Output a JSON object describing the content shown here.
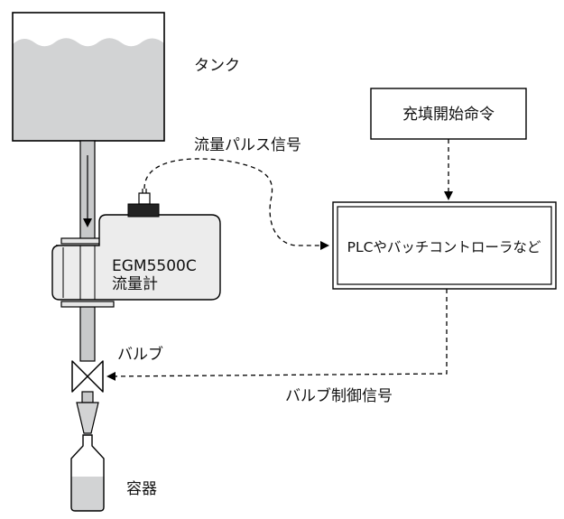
{
  "labels": {
    "tank": "タンク",
    "pulse_signal": "流量パルス信号",
    "fill_command": "充填開始命令",
    "controller": "PLCやバッチコントローラなど",
    "meter_model": "EGM5500C",
    "meter_name": "流量計",
    "valve": "バルブ",
    "valve_signal": "バルブ制御信号",
    "container": "容器"
  },
  "colors": {
    "liquid": "#d2d3d4",
    "pipe": "#c8c9ca",
    "meter_body": "#ececec",
    "line": "#000000"
  }
}
